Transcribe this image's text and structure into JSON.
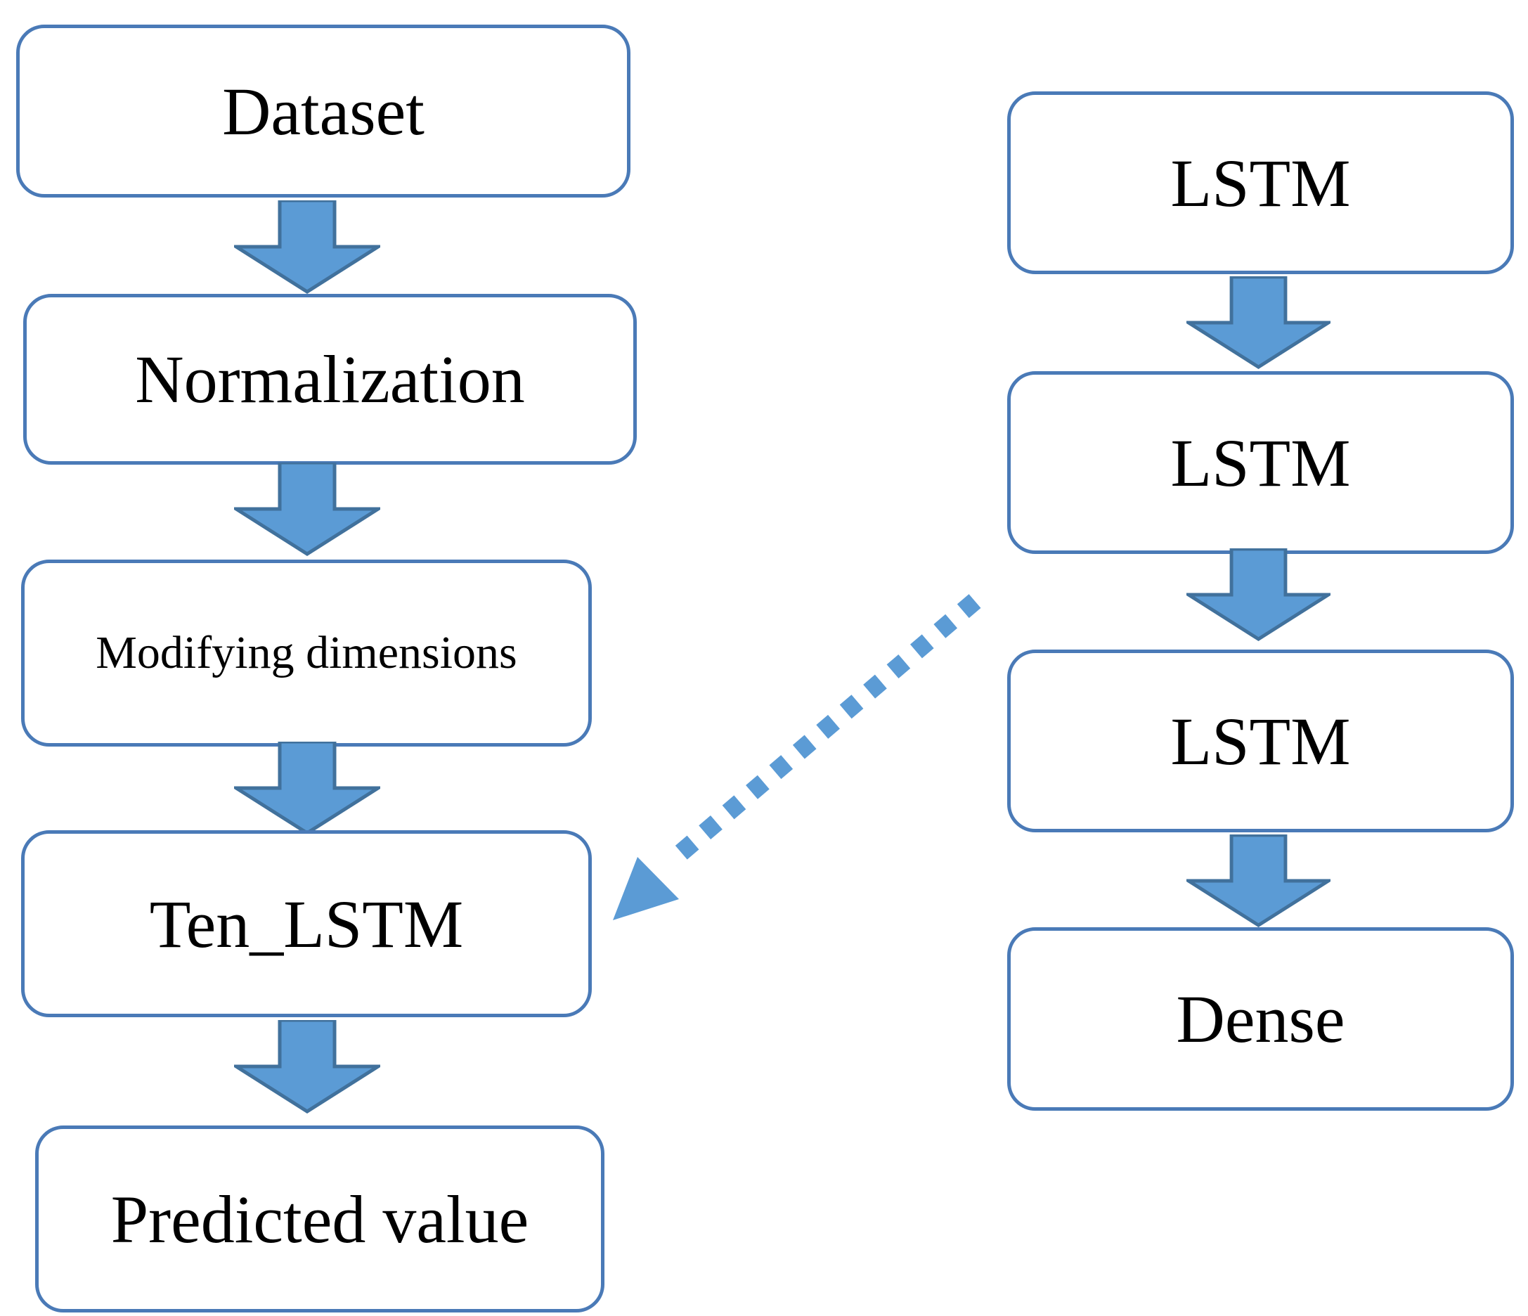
{
  "left_flow": {
    "dataset": "Dataset",
    "normalization": "Normalization",
    "modifying_dimensions": "Modifying dimensions",
    "ten_lstm": "Ten_LSTM",
    "predicted_value": "Predicted value"
  },
  "right_flow": {
    "lstm_1": "LSTM",
    "lstm_2": "LSTM",
    "lstm_3": "LSTM",
    "dense": "Dense"
  },
  "colors": {
    "box_border": "#4a7ab7",
    "arrow_fill": "#5b9bd5",
    "arrow_stroke": "#41719c",
    "connector": "#5b9bd5"
  },
  "connector_style": "dotted"
}
